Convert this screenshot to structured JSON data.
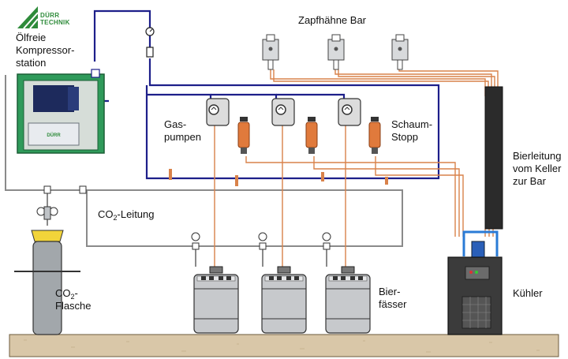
{
  "brand": {
    "line1": "DÜRR",
    "line2": "TECHNIK",
    "logo_icon": "duerr-technik-logo",
    "color": "#2e8b3a"
  },
  "labels": {
    "compressor": "Ölfreie\nKompressor-\nstation",
    "taps": "Zapfhähne Bar",
    "gas_pumps": "Gas-\npumpen",
    "foam_stop": "Schaum-\nStopp",
    "beer_line": "Bierleitung\nvom Keller\nzur Bar",
    "co2_line_prefix": "CO",
    "co2_line_sub": "2",
    "co2_line_suffix": "-Leitung",
    "co2_bottle_prefix": "CO",
    "co2_bottle_sub": "2",
    "co2_bottle_suffix": "-\nFlasche",
    "barrels": "Bier-\nfässer",
    "cooler": "Kühler"
  },
  "compressor_badge": "DÜRR",
  "colors": {
    "air_line": "#1d1f8a",
    "co2_line": "#8a8a8a",
    "beer_line": "#d9824a",
    "compressor_housing": "#2f9a5a",
    "compressor_tank": "#e8ebef",
    "floor": "#d9c7a8",
    "cooler_body": "#3b3b3b",
    "keg": "#c7c9cc",
    "foam_stop": "#e07a3c",
    "cooler_link": "#2a7bd6"
  }
}
